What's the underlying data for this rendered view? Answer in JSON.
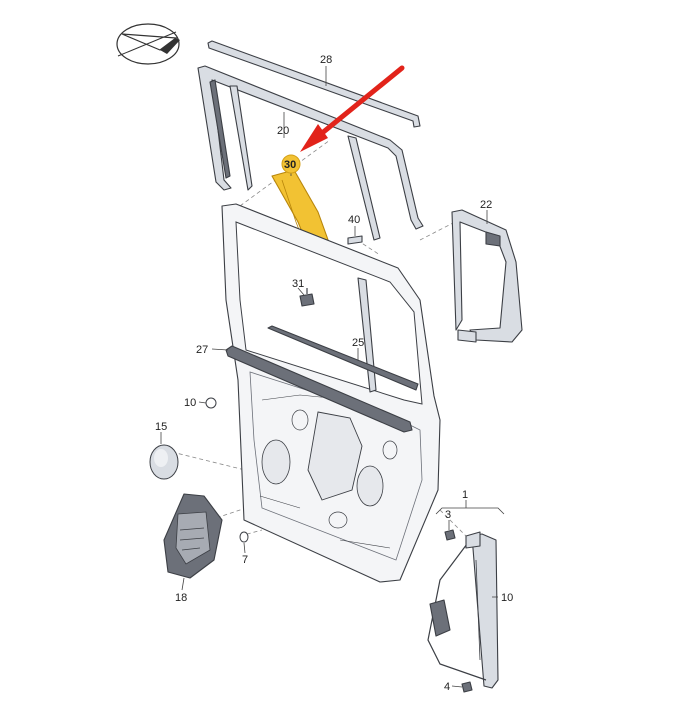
{
  "labels": {
    "p1": "1",
    "p3": "3",
    "p4": "4",
    "p7": "7",
    "p10a": "10",
    "p10b": "10",
    "p15": "15",
    "p18": "18",
    "p20": "20",
    "p22": "22",
    "p25": "25",
    "p27": "27",
    "p28": "28",
    "p30": "30",
    "p31": "31",
    "p40": "40"
  },
  "colors": {
    "highlight": "#f2c233",
    "highlight_stroke": "#b8860b",
    "arrow": "#e2231a",
    "line": "#3c3f45"
  },
  "icons": {
    "orientation": "orientation-arrow-icon",
    "pointer": "red-arrow-icon"
  }
}
